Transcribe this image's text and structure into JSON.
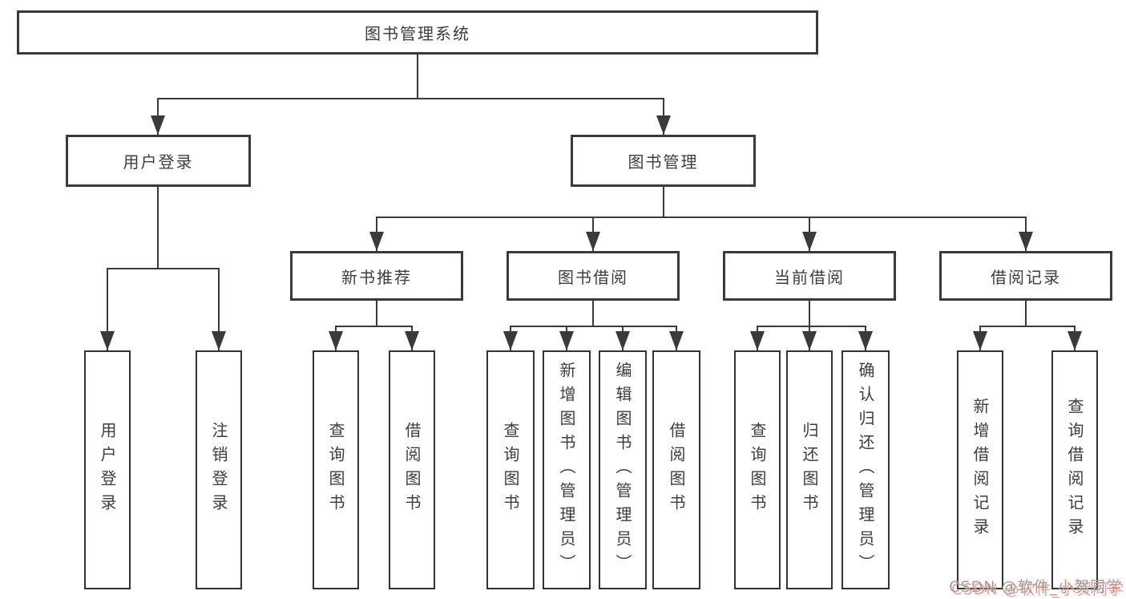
{
  "diagram": {
    "root": {
      "label": "图书管理系统"
    },
    "user_login": {
      "label": "用户登录",
      "children": {
        "login": {
          "label": "用户登录"
        },
        "logout": {
          "label": "注销登录"
        }
      }
    },
    "book_mgmt": {
      "label": "图书管理",
      "children": {
        "new_book": {
          "label": "新书推荐",
          "children": {
            "query": {
              "label": "查询图书"
            },
            "borrow": {
              "label": "借阅图书"
            }
          }
        },
        "book_borrow": {
          "label": "图书借阅",
          "children": {
            "query": {
              "label": "查询图书"
            },
            "add": {
              "label": "新增图书（管理员）"
            },
            "edit": {
              "label": "编辑图书（管理员）"
            },
            "borrow": {
              "label": "借阅图书"
            }
          }
        },
        "current_borrow": {
          "label": "当前借阅",
          "children": {
            "query": {
              "label": "查询图书"
            },
            "return": {
              "label": "归还图书"
            },
            "confirm": {
              "label": "确认归还（管理员）"
            }
          }
        },
        "records": {
          "label": "借阅记录",
          "children": {
            "add": {
              "label": "新增借阅记录"
            },
            "query": {
              "label": "查询借阅记录"
            }
          }
        }
      }
    }
  },
  "watermark": {
    "text": "CSDN @软件_小贺同学"
  },
  "colors": {
    "line": "#3a3a3a",
    "text": "#3d3d3d",
    "background": "#ffffff",
    "watermark_gray": "#9e9e9e",
    "watermark_red": "#fb998a"
  }
}
